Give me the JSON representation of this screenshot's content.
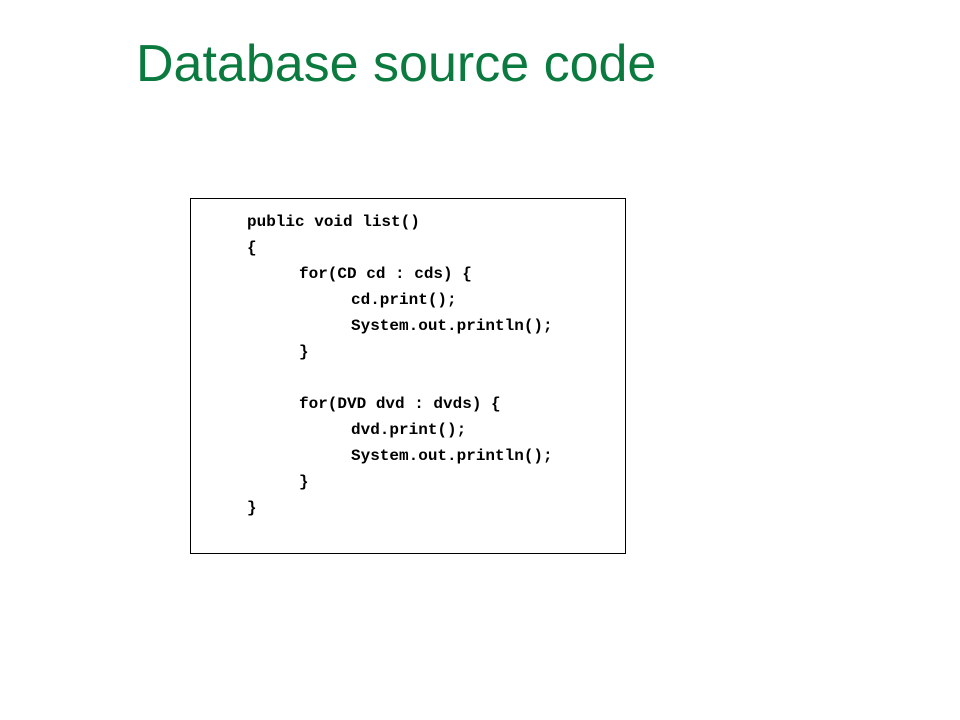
{
  "slide": {
    "title": "Database source code",
    "title_color": "#0a7a3f"
  },
  "code": {
    "lines": [
      {
        "indent": 0,
        "text": "public void list()"
      },
      {
        "indent": 0,
        "text": "{"
      },
      {
        "indent": 1,
        "text": "for(CD cd : cds) {"
      },
      {
        "indent": 2,
        "text": "cd.print();"
      },
      {
        "indent": 2,
        "text": "System.out.println();"
      },
      {
        "indent": 1,
        "text": "}"
      },
      {
        "indent": 0,
        "text": ""
      },
      {
        "indent": 1,
        "text": "for(DVD dvd : dvds) {"
      },
      {
        "indent": 2,
        "text": "dvd.print();"
      },
      {
        "indent": 2,
        "text": "System.out.println();"
      },
      {
        "indent": 1,
        "text": "}"
      },
      {
        "indent": 0,
        "text": "}"
      }
    ]
  }
}
